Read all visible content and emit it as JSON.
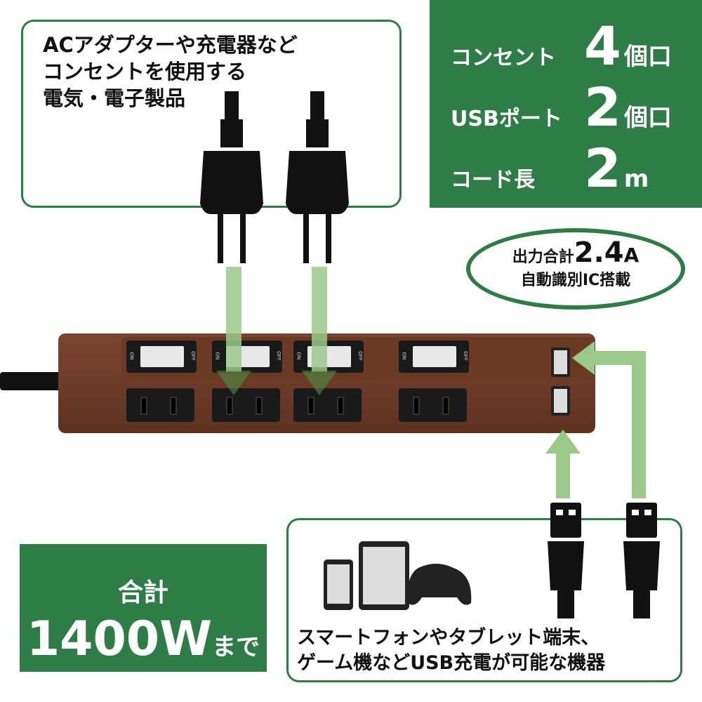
{
  "top_left_box": {
    "lines": [
      "ACアダプターや充電器など",
      "コンセントを使用する",
      "電気・電子製品"
    ]
  },
  "specs": [
    {
      "label": "コンセント",
      "value": "4",
      "unit": "個口"
    },
    {
      "label": "USBポート",
      "value": "2",
      "unit": "個口"
    },
    {
      "label": "コード長",
      "value": "2",
      "unit": "m"
    }
  ],
  "usb_badge": {
    "prefix": "出力合計",
    "value": "2.4",
    "unit": "A",
    "line2": "自動識別IC搭載"
  },
  "power_strip": {
    "switch_on": "ON",
    "switch_off": "OFF",
    "switch_count": 4,
    "outlet_count": 4,
    "usb_count": 2
  },
  "total_power": {
    "label": "合計",
    "value": "1400W",
    "suffix": "まで"
  },
  "bottom_right_box": {
    "lines": [
      "スマートフォンやタブレット端末、",
      "ゲーム機などUSB充電が可能な機器"
    ]
  },
  "colors": {
    "brand_green": "#2e7d46",
    "arrow_green": "#9bc98a",
    "strip_brown": "#6b3a24"
  }
}
